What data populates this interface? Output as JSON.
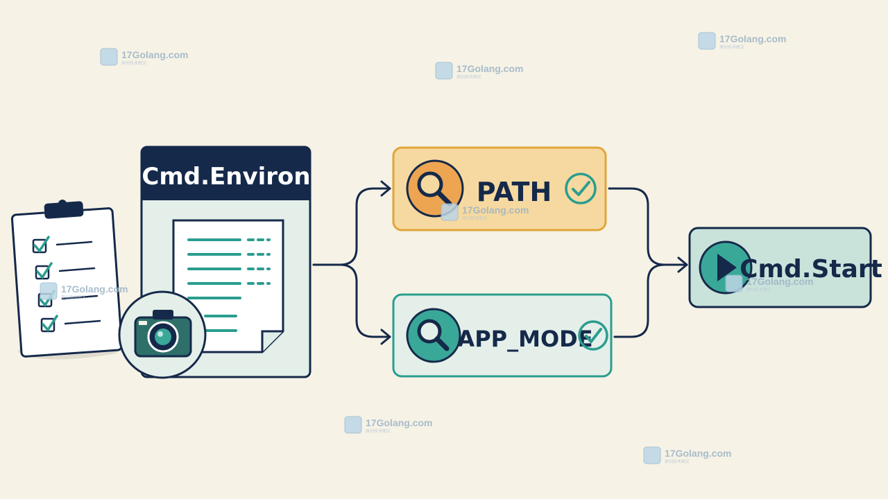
{
  "diagram": {
    "environ": {
      "title": "Cmd.Environ"
    },
    "path": {
      "label": "PATH"
    },
    "app_mode": {
      "label": "APP_MODE"
    },
    "start": {
      "label": "Cmd.Start"
    }
  },
  "watermark": {
    "text": "17Golang.com",
    "sub": "原创技术图文"
  },
  "colors": {
    "background": "#f6f2e6",
    "navy": "#15294a",
    "teal": "#2a9d8f",
    "orange_fill": "#f6d9a0",
    "orange_border": "#e0a53b",
    "mint_fill": "#e4efe9"
  }
}
